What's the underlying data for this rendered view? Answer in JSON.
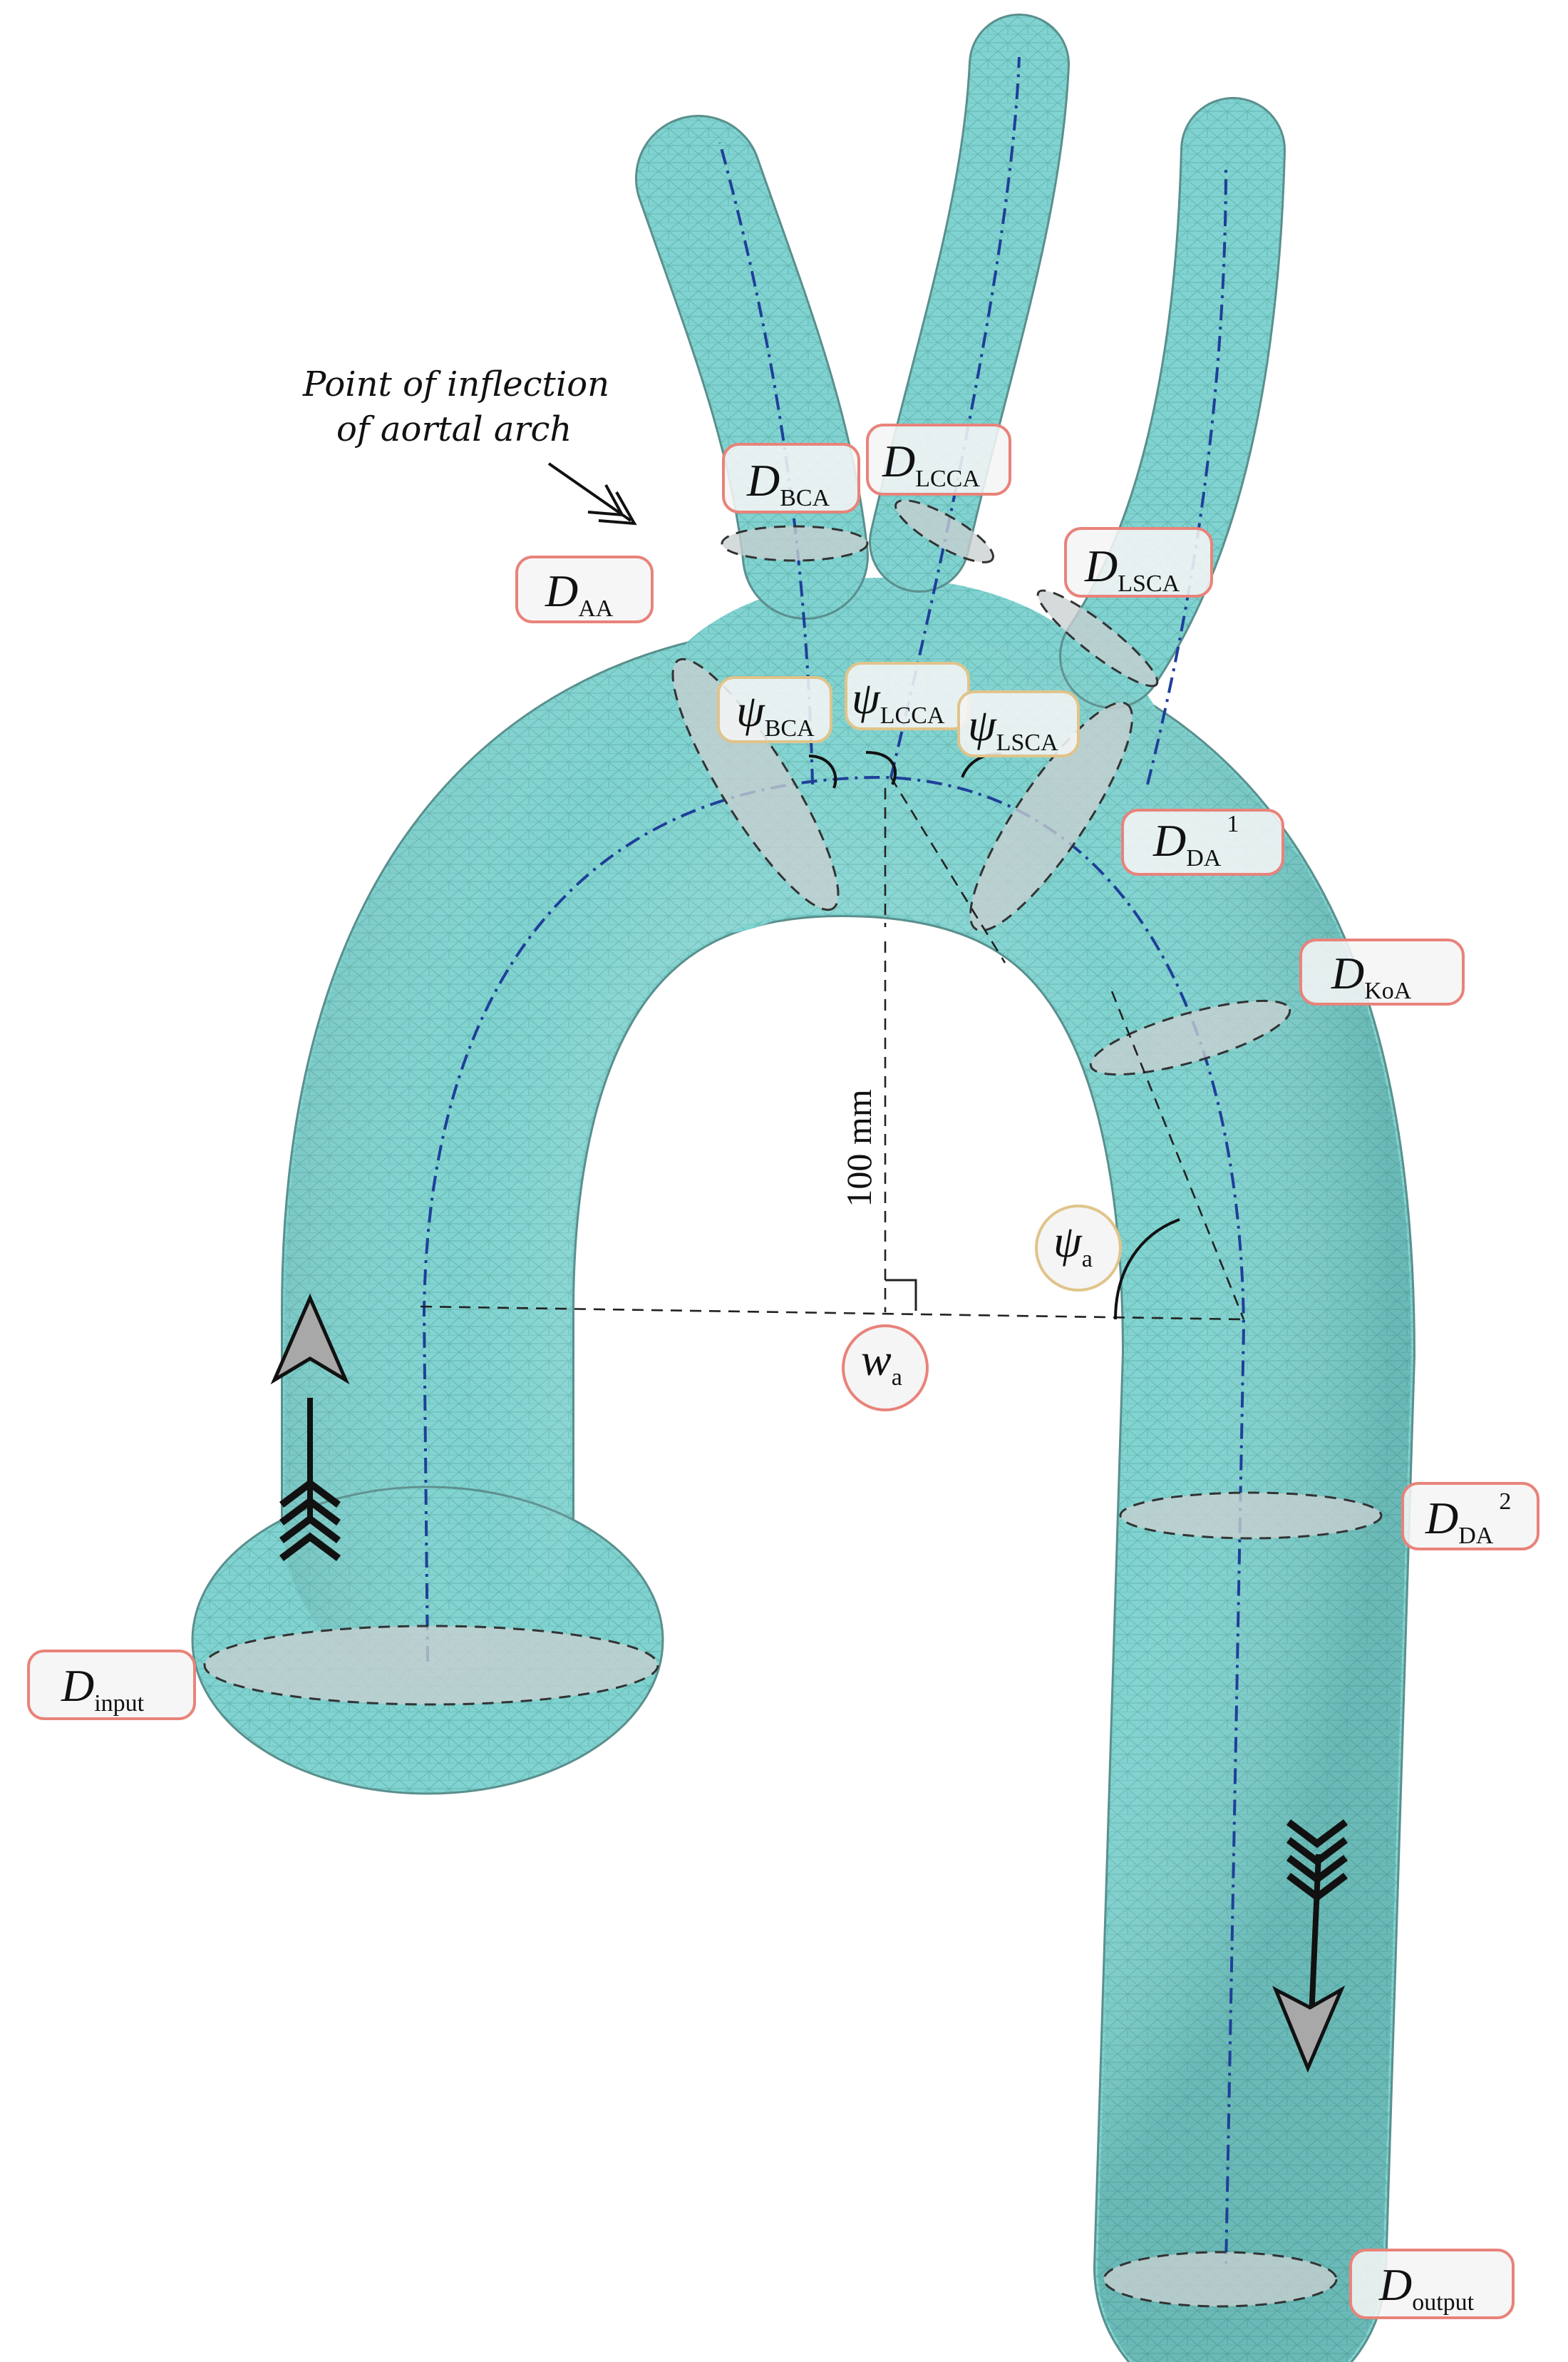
{
  "annotation": {
    "inflection_line1": "Point of inflection",
    "inflection_line2": "of aortal arch"
  },
  "distance_label": "100 mm",
  "labels": {
    "D_BCA": {
      "main": "D",
      "sub": "BCA"
    },
    "D_LCCA": {
      "main": "D",
      "sub": "LCCA"
    },
    "D_LSCA": {
      "main": "D",
      "sub": "LSCA"
    },
    "D_AA": {
      "main": "D",
      "sub": "AA"
    },
    "D_DA1": {
      "main": "D",
      "sub": "DA",
      "sup": "1"
    },
    "D_KoA": {
      "main": "D",
      "sub": "KoA"
    },
    "D_DA2": {
      "main": "D",
      "sub": "DA",
      "sup": "2"
    },
    "D_input": {
      "main": "D",
      "sub": "input"
    },
    "D_output": {
      "main": "D",
      "sub": "output"
    },
    "psi_BCA": {
      "main": "ψ",
      "sub": "BCA"
    },
    "psi_LCCA": {
      "main": "ψ",
      "sub": "LCCA"
    },
    "psi_LSCA": {
      "main": "ψ",
      "sub": "LSCA"
    },
    "psi_a": {
      "main": "ψ",
      "sub": "a"
    },
    "w_a": {
      "main": "w",
      "sub": "a"
    }
  },
  "colors": {
    "vessel_fill": "#7fd2cf",
    "centerline": "#1f3f99",
    "diameter_box_border": "#e8837a",
    "angle_box_border": "#e0c48a"
  },
  "icons": {
    "inflection_arrow": "double-headed-arrow-icon",
    "inflow_arrow": "up-arrow-icon",
    "outflow_arrow": "down-arrow-icon"
  }
}
